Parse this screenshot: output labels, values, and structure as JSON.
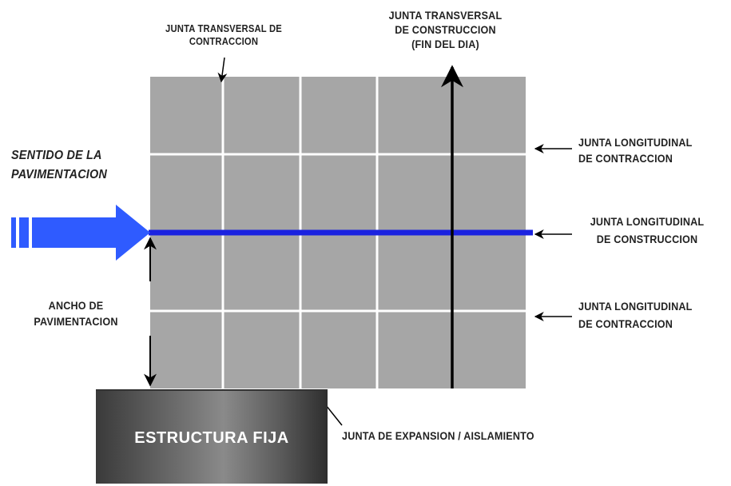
{
  "labels": {
    "transverse_contraction": [
      "JUNTA TRANSVERSAL DE",
      "CONTRACCION"
    ],
    "transverse_construction": [
      "JUNTA TRANSVERSAL",
      "DE CONSTRUCCION",
      "(FIN DEL DIA)"
    ],
    "paving_direction": [
      "SENTIDO DE LA",
      "PAVIMENTACION"
    ],
    "longitudinal_contraction_top": [
      "JUNTA  LONGITUDINAL",
      "DE CONTRACCION"
    ],
    "longitudinal_construction": [
      "JUNTA LONGITUDINAL",
      "DE  CONSTRUCCION"
    ],
    "longitudinal_contraction_bottom": [
      "JUNTA   LONGITUDINAL",
      "DE CONTRACCION"
    ],
    "paving_width": [
      "ANCHO DE",
      "PAVIMENTACION"
    ],
    "expansion_joint": "JUNTA DE EXPANSION / AISLAMIENTO",
    "fixed_structure": "ESTRUCTURA FIJA"
  },
  "colors": {
    "slab": "#a6a6a6",
    "joint": "#ffffff",
    "construction_joint": "#1a22e0",
    "arrow_fill": "#2f5bff",
    "line": "#000000"
  }
}
